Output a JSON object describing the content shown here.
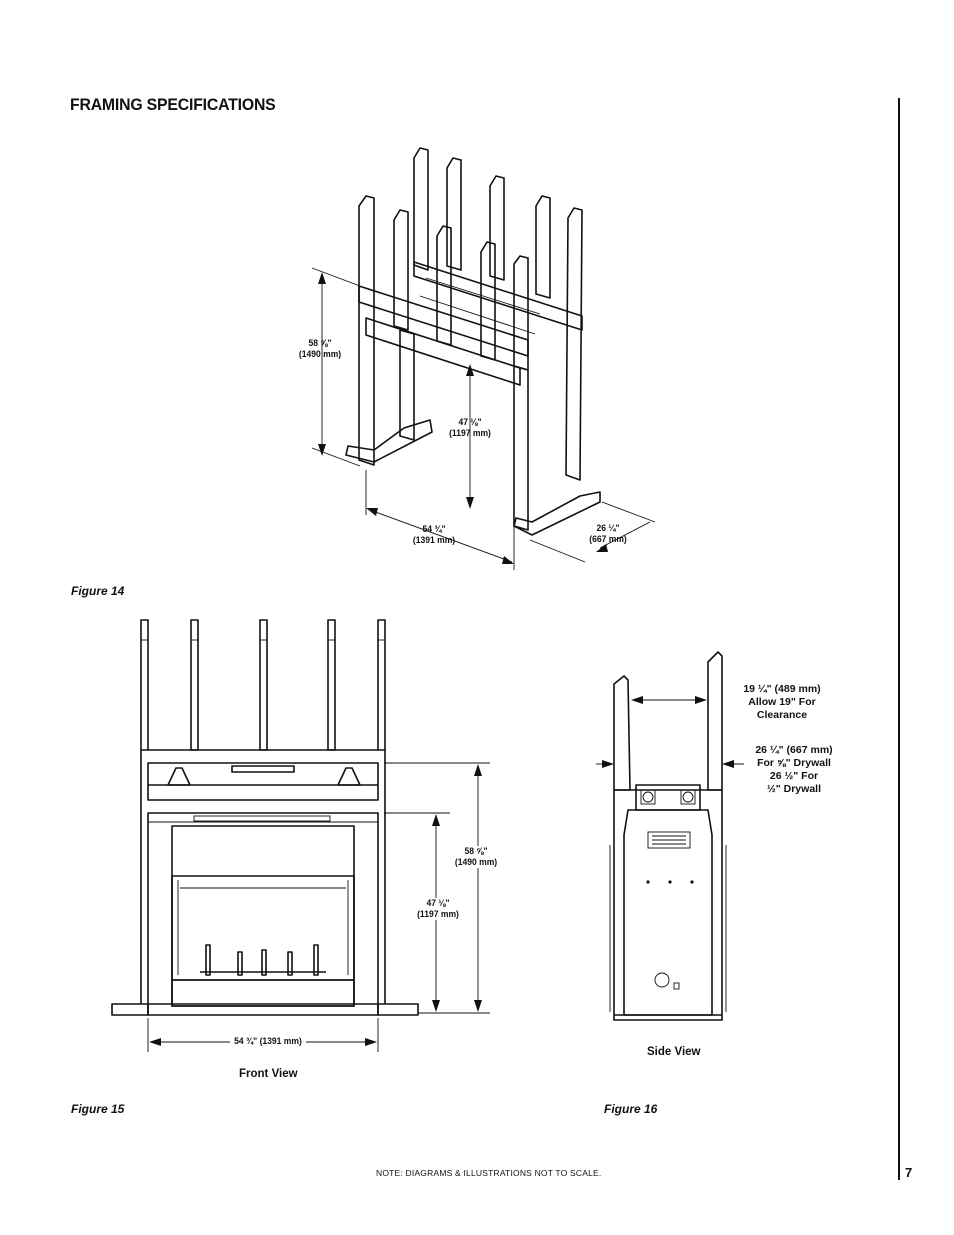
{
  "page": {
    "title": "FRAMING SPECIFICATIONS",
    "page_number": "7",
    "footer_note": "NOTE: DIAGRAMS & ILLUSTRATIONS NOT TO SCALE."
  },
  "figure14": {
    "caption": "Figure 14",
    "dims": {
      "height_total_in": "58 ⅝\"",
      "height_total_mm": "(1490 mm)",
      "height_opening_in": "47 ⅛\"",
      "height_opening_mm": "(1197 mm)",
      "width_in": "54 ¾\"",
      "width_mm": "(1391 mm)",
      "depth_in": "26 ¼\"",
      "depth_mm": "(667 mm)"
    }
  },
  "figure15": {
    "caption": "Figure 15",
    "view_label": "Front View",
    "dims": {
      "height_total_in": "58 ⅝\"",
      "height_total_mm": "(1490 mm)",
      "height_opening_in": "47 ⅛\"",
      "height_opening_mm": "(1197 mm)",
      "width": "54 ¾\" (1391 mm)"
    }
  },
  "figure16": {
    "caption": "Figure 16",
    "view_label": "Side View",
    "note1": [
      "19 ¼\" (489 mm)",
      "Allow  19\" For",
      "Clearance"
    ],
    "note2": [
      "26 ¼\" (667 mm)",
      "For ⅝\" Drywall",
      "26 ½\" For",
      "½\" Drywall"
    ]
  }
}
